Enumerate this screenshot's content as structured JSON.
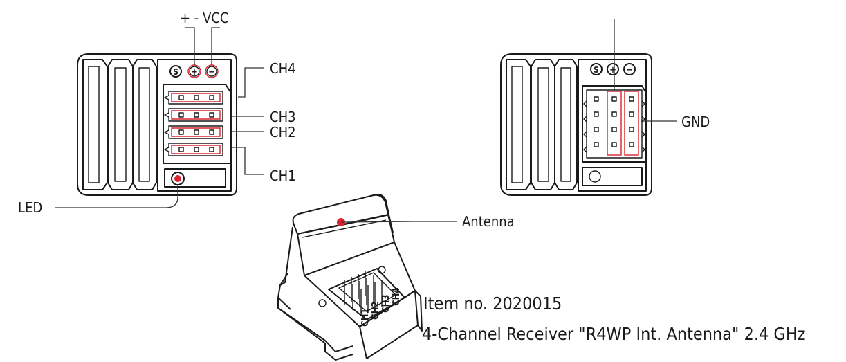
{
  "labels": {
    "supply": "+ - VCC",
    "ch4": "CH4",
    "ch3": "CH3",
    "ch2": "CH2",
    "ch1": "CH1",
    "led": "LED",
    "gnd": "GND",
    "antenna": "Antenna",
    "pin_s": "S",
    "pin_plus": "+",
    "pin_minus": "−",
    "conn_ch1": "CH1",
    "conn_ch2": "CH2",
    "conn_ch3": "CH3",
    "conn_ch4": "CH4"
  },
  "product": {
    "item_no": "Item no. 2020015",
    "description": "4-Channel Receiver \"R4WP Int. Antenna\" 2.4 GHz"
  },
  "colors": {
    "line": "#1a1a1a",
    "highlight": "#d9232e",
    "background": "#ffffff"
  }
}
